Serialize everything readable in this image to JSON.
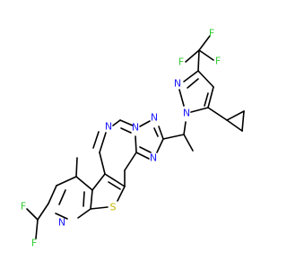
{
  "colors": {
    "bond": "#000000",
    "N": "#1a1aff",
    "S": "#c8b400",
    "F": "#33cc33",
    "background": "#ffffff"
  },
  "atoms": {
    "N1": {
      "text": "N",
      "element": "N"
    },
    "N2": {
      "text": "N",
      "element": "N"
    },
    "N3": {
      "text": "N",
      "element": "N"
    },
    "N4": {
      "text": "N",
      "element": "N"
    },
    "N5": {
      "text": "N",
      "element": "N"
    },
    "N6": {
      "text": "N",
      "element": "N"
    },
    "N7": {
      "text": "N",
      "element": "N"
    },
    "S1": {
      "text": "S",
      "element": "S"
    },
    "F1": {
      "text": "F",
      "element": "F"
    },
    "F2": {
      "text": "F",
      "element": "F"
    },
    "F3": {
      "text": "F",
      "element": "F"
    },
    "F4": {
      "text": "F",
      "element": "F"
    },
    "F5": {
      "text": "F",
      "element": "F"
    }
  }
}
